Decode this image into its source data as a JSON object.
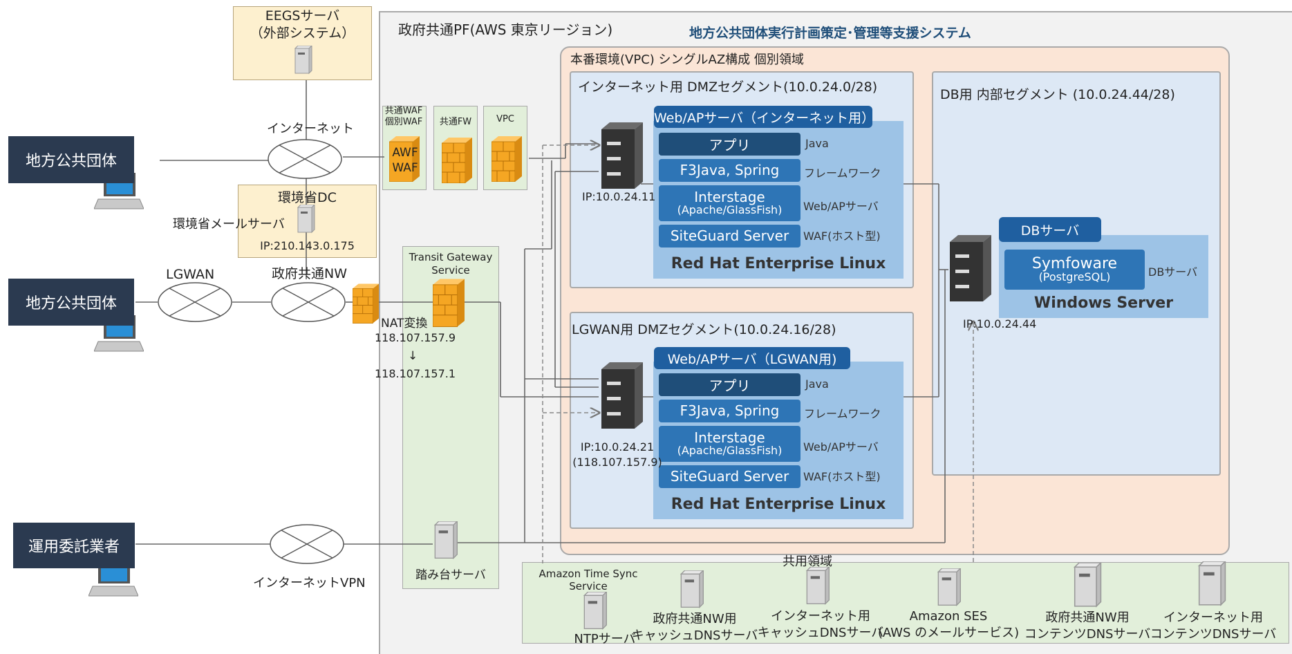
{
  "header": {
    "region": "政府共通PF(AWS 東京リージョン)",
    "system_title": "地方公共団体実行計画策定･管理等支援システム"
  },
  "external": {
    "eegs_line1": "EEGSサーバ",
    "eegs_line2": "（外部システム）",
    "local_gov_1": "地方公共団体",
    "local_gov_2": "地方公共団体",
    "operator": "運用委託業者",
    "internet": "インターネット",
    "lgwan": "LGWAN",
    "gov_nw": "政府共通NW",
    "internet_vpn": "インターネットVPN",
    "moe_dc": "環境省DC",
    "moe_mail": "環境省メールサーバ",
    "moe_ip": "IP:210.143.0.175",
    "nat_label": "NAT変換",
    "nat_from": "118.107.157.9",
    "nat_arrow": "↓",
    "nat_to": "118.107.157.1"
  },
  "security": {
    "waf_line1": "共通WAF",
    "waf_line2": "個別WAF",
    "awf": "AWF",
    "waf": "WAF",
    "fw": "共通FW",
    "vpc": "VPC"
  },
  "transit": {
    "line1": "Transit Gateway",
    "line2": "Service",
    "bastion": "踏み台サーバ"
  },
  "prod": {
    "title": "本番環境(VPC)  シングルAZ構成  個別領域",
    "internet_seg": "インターネット用 DMZセグメント(10.0.24.0/28)",
    "lgwan_seg": "LGWAN用 DMZセグメント(10.0.24.16/28)",
    "db_seg": "DB用 内部セグメント (10.0.24.44/28)"
  },
  "web_internet": {
    "header": "Web/APサーバ（インターネット用）",
    "ip": "IP:10.0.24.11",
    "app": "アプリ",
    "app_side": "Java",
    "fw": "F3Java, Spring",
    "fw_side": "フレームワーク",
    "mw1": "Interstage",
    "mw2": "(Apache/GlassFish)",
    "mw_side": "Web/APサーバ",
    "sg": "SiteGuard Server",
    "sg_side": "WAF(ホスト型)",
    "os": "Red Hat Enterprise Linux"
  },
  "web_lgwan": {
    "header": "Web/APサーバ（LGWAN用)",
    "ip1": "IP:10.0.24.21",
    "ip2": "(118.107.157.9)",
    "app": "アプリ",
    "app_side": "Java",
    "fw": "F3Java, Spring",
    "fw_side": "フレームワーク",
    "mw1": "Interstage",
    "mw2": "(Apache/GlassFish)",
    "mw_side": "Web/APサーバ",
    "sg": "SiteGuard Server",
    "sg_side": "WAF(ホスト型)",
    "os": "Red Hat Enterprise Linux"
  },
  "db": {
    "header": "DBサーバ",
    "engine1": "Symfoware",
    "engine2": "(PostgreSQL)",
    "side": "DBサーバ",
    "os": "Windows Server",
    "ip": "IP:10.0.24.44"
  },
  "shared": {
    "title": "共用領域",
    "time_sync1": "Amazon Time Sync",
    "time_sync2": "Service",
    "ntp": "NTPサーバ",
    "gov_cache1": "政府共通NW用",
    "gov_cache2": "キャッシュDNSサーバ",
    "inet_cache1": "インターネット用",
    "inet_cache2": "キャッシュDNSサーバ",
    "ses1": "Amazon SES",
    "ses2": "(AWS のメールサービス)",
    "gov_content1": "政府共通NW用",
    "gov_content2": "コンテンツDNSサーバ",
    "inet_content1": "インターネット用",
    "inet_content2": "コンテンツDNSサーバ"
  },
  "colors": {
    "navy": "#2b3a50",
    "prod_bg": "#fbe5d6",
    "segment_bg": "#dde8f5",
    "stack_bg": "#9dc3e6",
    "dark_blue": "#1f4e79",
    "mid_blue": "#2e75b6",
    "green_bg": "#e2efda",
    "yellow_bg": "#fdf0cf",
    "firewall": "#f5a623"
  }
}
